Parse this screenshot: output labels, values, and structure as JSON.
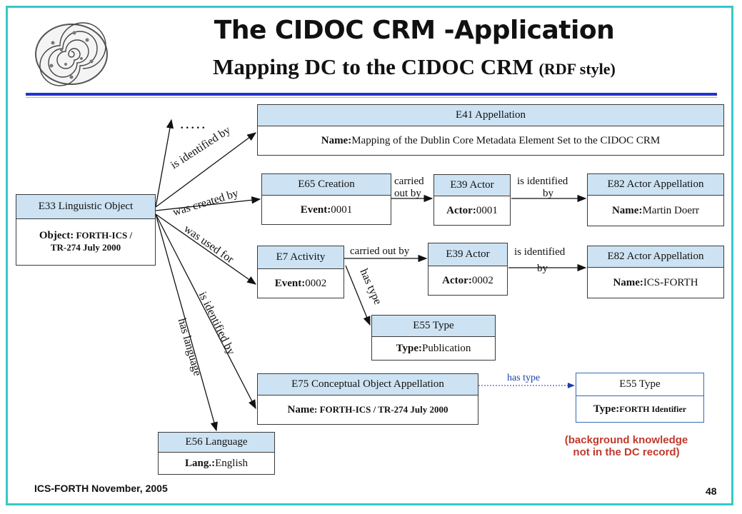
{
  "header": {
    "title": "The CIDOC CRM -Application",
    "subtitle_main": "Mapping DC to the CIDOC CRM",
    "subtitle_small": "(RDF style)"
  },
  "nodes": {
    "e41": {
      "head": "E41 Appellation",
      "key": "Name:",
      "value": " Mapping of the Dublin Core Metadata Element Set to the CIDOC CRM"
    },
    "e33": {
      "head": "E33 Linguistic Object",
      "key": "Object:",
      "value": " FORTH-ICS /",
      "value2": "TR-274 July 2000"
    },
    "e65": {
      "head": "E65 Creation",
      "key": "Event:",
      "value": " 0001"
    },
    "e39a": {
      "head": "E39 Actor",
      "key": "Actor:",
      "value": "0001"
    },
    "e82a": {
      "head": "E82 Actor Appellation",
      "key": "Name:",
      "value": " Martin Doerr"
    },
    "e7": {
      "head": "E7 Activity",
      "key": "Event:",
      "value": " 0002"
    },
    "e39b": {
      "head": "E39 Actor",
      "key": "Actor:",
      "value": "0002"
    },
    "e82b": {
      "head": "E82 Actor Appellation",
      "key": "Name:",
      "value": " ICS-FORTH"
    },
    "e55a": {
      "head": "E55 Type",
      "key": "Type:",
      "value": " Publication"
    },
    "e75": {
      "head": "E75 Conceptual Object Appellation",
      "key": "Name",
      "value": ": FORTH-ICS / TR-274 July 2000"
    },
    "e55b": {
      "head": "E55 Type",
      "key": "Type:",
      "value": "FORTH Identifier"
    },
    "e56": {
      "head": "E56 Language",
      "key": "Lang.:",
      "value": " English"
    }
  },
  "edges": {
    "ellipsis": ".....",
    "is_identified_by_1": "is identified by",
    "was_created_by": "was created by",
    "was_used_for": "was used for",
    "is_identified_by_2": "is identified by",
    "has_language": "has language",
    "carried_1a": "carried",
    "carried_1b": "out by",
    "is_identified_a1": "is identified",
    "is_identified_a2": "by",
    "carried_out_by_2": "carried out by",
    "is_identified_b1": "is identified",
    "is_identified_b2": "by",
    "has_type_1": "has type",
    "has_type_2": "has type"
  },
  "note": {
    "line1": "(background knowledge",
    "line2": "not in the DC record)"
  },
  "footer": {
    "left": "ICS-FORTH November, 2005",
    "page": "48"
  },
  "colors": {
    "frame": "#35c9c9",
    "rule": "#2233cc",
    "header_fill": "#cde3f3",
    "note": "#c0392b",
    "dashed_link": "#1f3fa8"
  },
  "icons": {
    "logo": "phaistos-disc-logo"
  }
}
